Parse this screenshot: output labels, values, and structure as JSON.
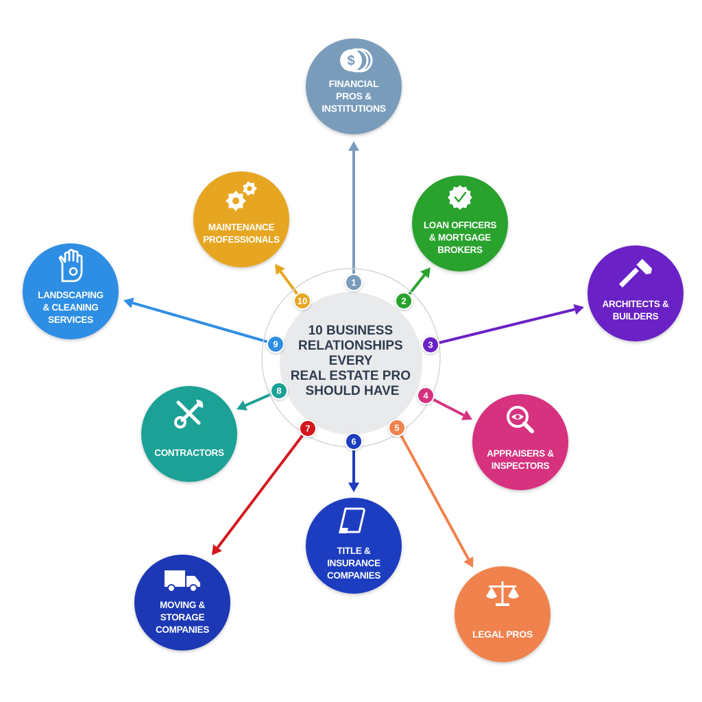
{
  "title": {
    "lines": [
      "10 BUSINESS",
      "RELATIONSHIPS",
      "EVERY",
      "REAL ESTATE PRO",
      "SHOULD HAVE"
    ]
  },
  "colors": {
    "hub_fill": "#e9eaec",
    "hub_ring": "#d4d6d9",
    "title_text": "#2f3c4e"
  },
  "nodes": [
    {
      "number": "1",
      "label": [
        "FINANCIAL",
        "PROS &",
        "INSTITUTIONS"
      ],
      "icon": "dollar-coins-icon",
      "color": "#7a9cbb"
    },
    {
      "number": "2",
      "label": [
        "LOAN OFFICERS",
        "& MORTGAGE",
        "BROKERS"
      ],
      "icon": "check-badge-icon",
      "color": "#2aa22f"
    },
    {
      "number": "3",
      "label": [
        "ARCHITECTS &",
        "BUILDERS"
      ],
      "icon": "hammer-icon",
      "color": "#6a22c6"
    },
    {
      "number": "4",
      "label": [
        "APPRAISERS &",
        "INSPECTORS"
      ],
      "icon": "magnifier-eye-icon",
      "color": "#d6327f"
    },
    {
      "number": "5",
      "label": [
        "LEGAL PROS"
      ],
      "icon": "scales-icon",
      "color": "#f0824d"
    },
    {
      "number": "6",
      "label": [
        "TITLE &",
        "INSURANCE",
        "COMPANIES"
      ],
      "icon": "document-icon",
      "color": "#1f3cc0"
    },
    {
      "number": "7",
      "label": [
        "MOVING &",
        "STORAGE",
        "COMPANIES"
      ],
      "icon": "truck-icon",
      "color": "#1f38b4"
    },
    {
      "number": "8",
      "label": [
        "CONTRACTORS"
      ],
      "icon": "tools-icon",
      "color": "#1ba196"
    },
    {
      "number": "9",
      "label": [
        "LANDSCAPING",
        "& CLEANING",
        "SERVICES"
      ],
      "icon": "glove-icon",
      "color": "#2f8ee4"
    },
    {
      "number": "10",
      "label": [
        "MAINTENANCE",
        "PROFESSIONALS"
      ],
      "icon": "gears-icon",
      "color": "#e6a620"
    }
  ],
  "badge_colors": [
    "#7a9cbb",
    "#2aa22f",
    "#6a22c6",
    "#d6327f",
    "#f0824d",
    "#1f3cc0",
    "#d3171d",
    "#1ba196",
    "#2f8ee4",
    "#e6a620"
  ]
}
